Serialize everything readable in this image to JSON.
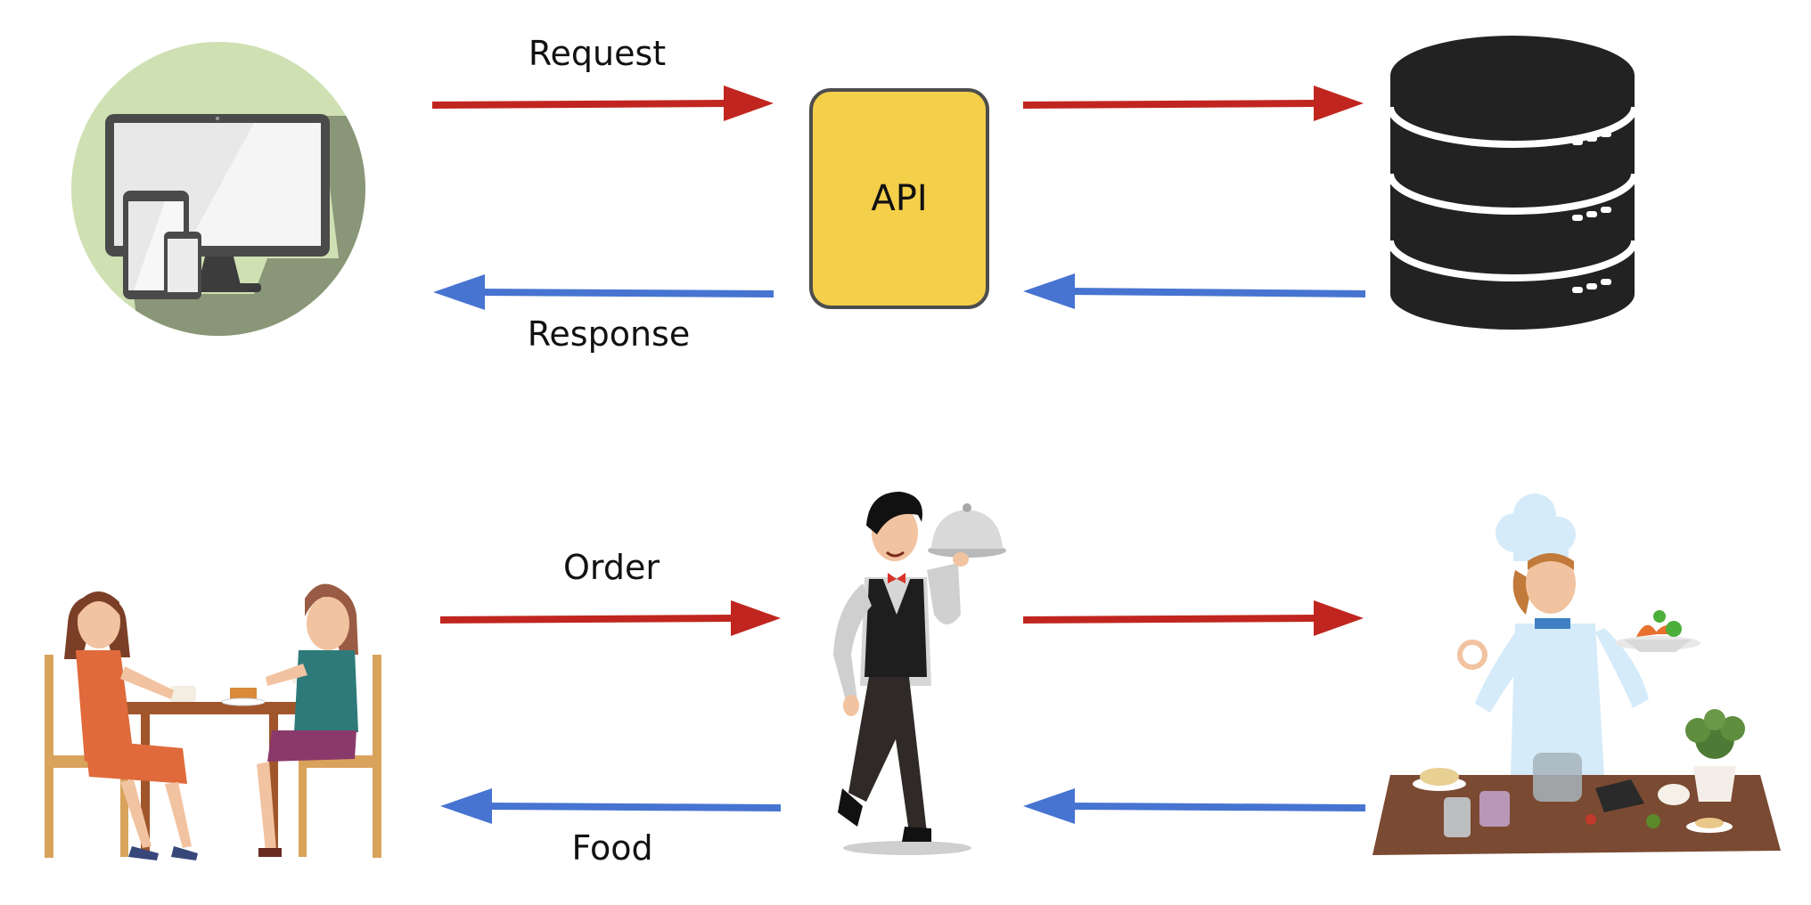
{
  "colors": {
    "request_arrow": "#c0261f",
    "response_arrow": "#4774d1",
    "api_box_fill": "#f4cf4a",
    "api_box_stroke": "#4d4d4d",
    "database": "#222222",
    "device_circle": "#cfe1b3",
    "device_shadow": "#8a9678"
  },
  "top_row": {
    "client_icon": "devices-icon",
    "request_label": "Request",
    "response_label": "Response",
    "api_label": "API",
    "server_icon": "database-icon"
  },
  "bottom_row": {
    "customer_icon": "diners-at-table-icon",
    "order_label": "Order",
    "food_label": "Food",
    "waiter_icon": "waiter-icon",
    "chef_icon": "chef-icon"
  }
}
